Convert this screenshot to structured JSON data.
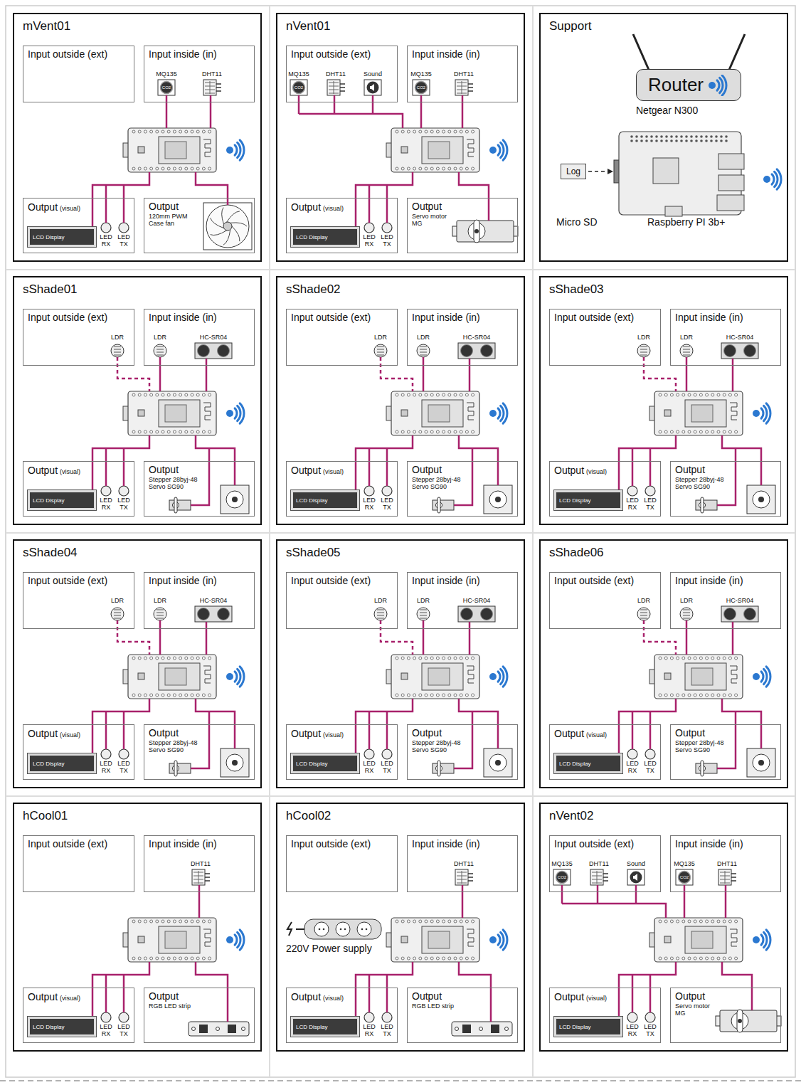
{
  "diagram": {
    "nodes": [
      {
        "text": [
          "mVent01"
        ]
      },
      {
        "text": [
          "Input outside (ext)"
        ],
        "in": 0
      },
      {
        "text": [
          "Input inside (in)"
        ],
        "in": 0
      },
      {
        "text": [
          "Output",
          "(visual)"
        ],
        "in": 0
      },
      {
        "text": [
          "LCD Display"
        ],
        "in": 3
      },
      {
        "text": [
          "Output",
          "120mm PWM Case fan"
        ],
        "in": 0
      },
      {
        "text": [
          "nVent01"
        ]
      },
      {
        "text": [
          "Input outside (ext)"
        ],
        "in": 6
      },
      {
        "text": [
          "Input inside (in)"
        ],
        "in": 6
      },
      {
        "text": [
          "Output",
          "(visual)"
        ],
        "in": 6
      },
      {
        "text": [
          "LCD Display"
        ],
        "in": 9
      },
      {
        "text": [
          "Output",
          "Servo motor MG"
        ],
        "in": 6
      },
      {
        "text": [
          "Support"
        ]
      },
      {
        "text": [
          "Router"
        ],
        "in": 12
      },
      {
        "text": [
          "Log"
        ],
        "in": 12
      },
      {
        "text": [
          "sShade01"
        ]
      },
      {
        "text": [
          "Input outside (ext)"
        ],
        "in": 15
      },
      {
        "text": [
          "Input inside (in)"
        ],
        "in": 15
      },
      {
        "text": [
          "Output",
          "(visual)"
        ],
        "in": 15
      },
      {
        "text": [
          "LCD Display"
        ],
        "in": 18
      },
      {
        "text": [
          "Output",
          "Stepper 28byj-48 Servo SG90"
        ],
        "in": 15
      },
      {
        "text": [
          "sShade02"
        ]
      },
      {
        "text": [
          "Input outside (ext)"
        ],
        "in": 21
      },
      {
        "text": [
          "Input inside (in)"
        ],
        "in": 21
      },
      {
        "text": [
          "Output",
          "(visual)"
        ],
        "in": 21
      },
      {
        "text": [
          "LCD Display"
        ],
        "in": 24
      },
      {
        "text": [
          "Output",
          "Stepper 28byj-48 Servo SG90"
        ],
        "in": 21
      },
      {
        "text": [
          "sShade03"
        ]
      },
      {
        "text": [
          "Input outside (ext)"
        ],
        "in": 27
      },
      {
        "text": [
          "Input inside (in)"
        ],
        "in": 27
      },
      {
        "text": [
          "Output",
          "(visual)"
        ],
        "in": 27
      },
      {
        "text": [
          "LCD Display"
        ],
        "in": 30
      },
      {
        "text": [
          "Output",
          "Stepper 28byj-48 Servo SG90"
        ],
        "in": 27
      },
      {
        "text": [
          "sShade04"
        ]
      },
      {
        "text": [
          "Input outside (ext)"
        ],
        "in": 33
      },
      {
        "text": [
          "Input inside (in)"
        ],
        "in": 33
      },
      {
        "text": [
          "Output",
          "(visual)"
        ],
        "in": 33
      },
      {
        "text": [
          "LCD Display"
        ],
        "in": 36
      },
      {
        "text": [
          "Output",
          "Stepper 28byj-48 Servo SG90"
        ],
        "in": 33
      },
      {
        "text": [
          "sShade05"
        ]
      },
      {
        "text": [
          "Input outside (ext)"
        ],
        "in": 39
      },
      {
        "text": [
          "Input inside (in)"
        ],
        "in": 39
      },
      {
        "text": [
          "Output",
          "(visual)"
        ],
        "in": 39
      },
      {
        "text": [
          "LCD Display"
        ],
        "in": 42
      },
      {
        "text": [
          "Output",
          "Stepper 28byj-48 Servo SG90"
        ],
        "in": 39
      },
      {
        "text": [
          "sShade06"
        ]
      },
      {
        "text": [
          "Input outside (ext)"
        ],
        "in": 45
      },
      {
        "text": [
          "Input inside (in)"
        ],
        "in": 45
      },
      {
        "text": [
          "Output",
          "(visual)"
        ],
        "in": 45
      },
      {
        "text": [
          "LCD Display"
        ],
        "in": 48
      },
      {
        "text": [
          "Output",
          "Stepper 28byj-48 Servo SG90"
        ],
        "in": 45
      },
      {
        "text": [
          "hCool01"
        ]
      },
      {
        "text": [
          "Input outside (ext)"
        ],
        "in": 51
      },
      {
        "text": [
          "Input inside (in)"
        ],
        "in": 51
      },
      {
        "text": [
          "Output",
          "(visual)"
        ],
        "in": 51
      },
      {
        "text": [
          "LCD Display"
        ],
        "in": 54
      },
      {
        "text": [
          "Output",
          "RGB LED strip"
        ],
        "in": 51
      },
      {
        "text": [
          "hCool02"
        ]
      },
      {
        "text": [
          "Input outside (ext)"
        ],
        "in": 57
      },
      {
        "text": [
          "Input inside (in)"
        ],
        "in": 57
      },
      {
        "text": [
          "Output",
          "(visual)"
        ],
        "in": 57
      },
      {
        "text": [
          "LCD Display"
        ],
        "in": 60
      },
      {
        "text": [
          "Output",
          "RGB LED strip"
        ],
        "in": 57
      },
      {
        "text": [
          "nVent02"
        ]
      },
      {
        "text": [
          "Input outside (ext)"
        ],
        "in": 63
      },
      {
        "text": [
          "Input inside (in)"
        ],
        "in": 63
      },
      {
        "text": [
          "Output",
          "(visual)"
        ],
        "in": 63
      },
      {
        "text": [
          "LCD Display"
        ],
        "in": 66
      },
      {
        "text": [
          "Output",
          "Servo motor MG"
        ],
        "in": 63
      }
    ],
    "labels": [
      "MQ135",
      "CO2",
      "DHT11",
      "LED RX",
      "LED TX",
      "MQ135",
      "CO2",
      "DHT11",
      "Sound",
      "MQ135",
      "CO2",
      "DHT11",
      "LED RX",
      "LED TX",
      "Netgear N300",
      "Micro SD",
      "Raspberry PI 3b+",
      "LDR",
      "LDR",
      "HC-SR04",
      "LED RX",
      "LED TX",
      "LDR",
      "LDR",
      "HC-SR04",
      "LED RX",
      "LED TX",
      "LDR",
      "LDR",
      "HC-SR04",
      "LED RX",
      "LED TX",
      "LDR",
      "LDR",
      "HC-SR04",
      "LED RX",
      "LED TX",
      "LDR",
      "LDR",
      "HC-SR04",
      "LED RX",
      "LED TX",
      "LDR",
      "LDR",
      "HC-SR04",
      "LED RX",
      "LED TX",
      "DHT11",
      "LED RX",
      "LED TX",
      "220V Power supply",
      "DHT11",
      "LED RX",
      "LED TX",
      "MQ135",
      "CO2",
      "DHT11",
      "Sound",
      "MQ135",
      "CO2",
      "DHT11",
      "LED RX",
      "LED TX"
    ]
  }
}
